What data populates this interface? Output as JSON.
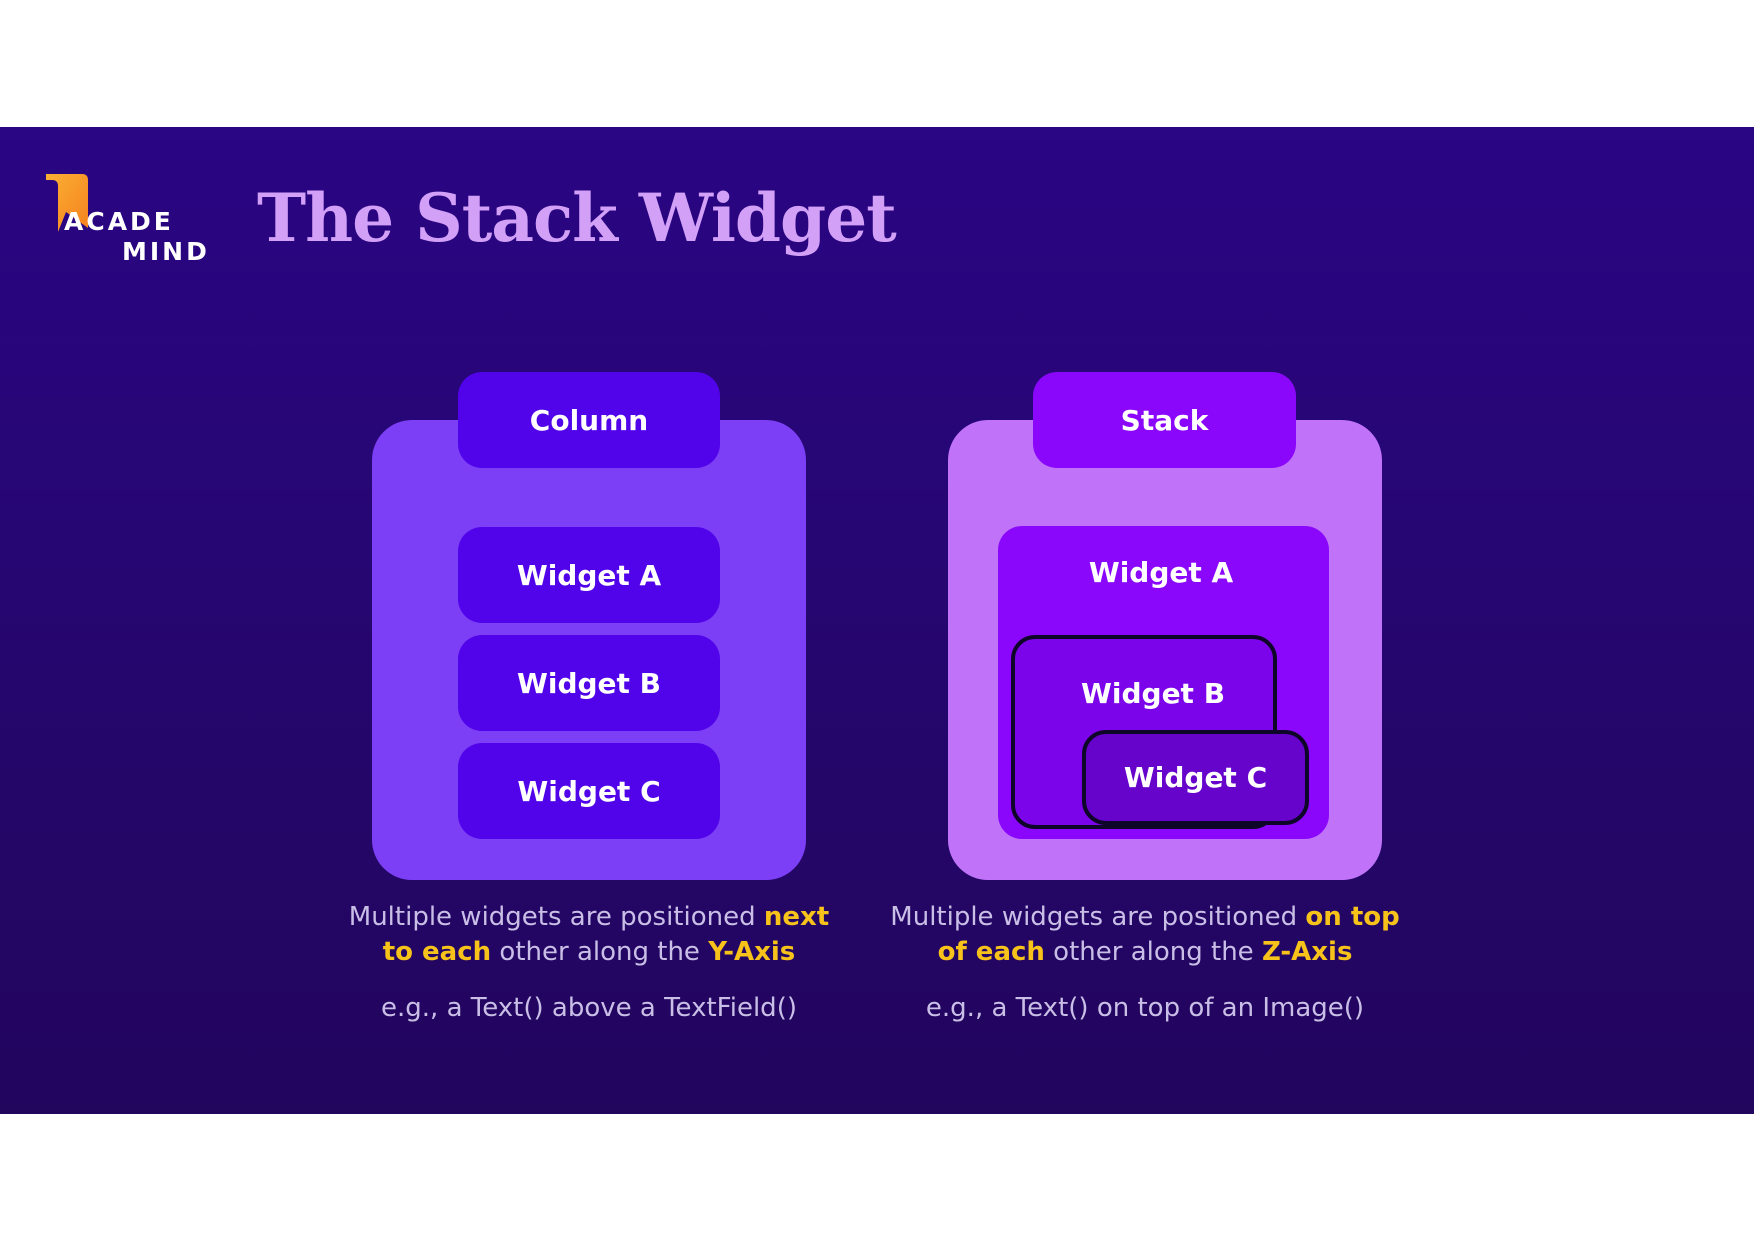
{
  "logo": {
    "line1": "ACADE",
    "line2": "MIND"
  },
  "title": "The Stack Widget",
  "column_panel": {
    "tab_label": "Column",
    "widgets": [
      "Widget A",
      "Widget B",
      "Widget C"
    ],
    "caption": {
      "pre": "Multiple widgets are positioned ",
      "hl1": "next",
      "hl2": "to each",
      "mid": " other along the ",
      "hl3": "Y-Axis"
    },
    "example": "e.g., a Text() above a TextField()"
  },
  "stack_panel": {
    "tab_label": "Stack",
    "widgets": [
      "Widget A",
      "Widget B",
      "Widget C"
    ],
    "caption": {
      "pre": "Multiple widgets are positioned ",
      "hl1": "on top",
      "hl2": "of each",
      "mid": " other along the ",
      "hl3": "Z-Axis"
    },
    "example": "e.g., a Text() on top of an Image()"
  },
  "colors": {
    "slide_bg": "#2a0584",
    "title": "#d2a0f6",
    "column_panel": "#7c3ff5",
    "column_widget": "#5104ea",
    "stack_panel": "#c073f9",
    "stack_tab": "#8b07fb",
    "stack_widget_a": "#8b07fb",
    "stack_widget_b": "#7b04ea",
    "stack_widget_c": "#6604cb",
    "highlight": "#f7c31a"
  }
}
